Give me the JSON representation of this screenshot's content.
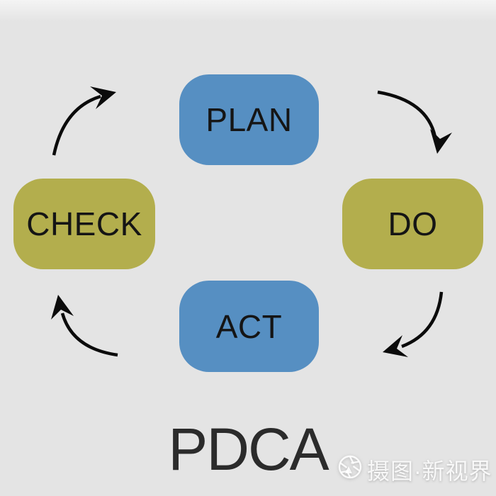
{
  "diagram": {
    "title": "PDCA",
    "type": "cycle",
    "nodes": [
      {
        "id": "plan",
        "label": "PLAN",
        "color": "#568FC2",
        "position": "top"
      },
      {
        "id": "do",
        "label": "DO",
        "color": "#B3AE4D",
        "position": "right"
      },
      {
        "id": "check",
        "label": "CHECK",
        "color": "#B3AE4D",
        "position": "left"
      },
      {
        "id": "act",
        "label": "ACT",
        "color": "#568FC2",
        "position": "bottom"
      }
    ],
    "connections": [
      {
        "from": "PLAN",
        "to": "DO",
        "style": "curved-arrow"
      },
      {
        "from": "DO",
        "to": "ACT",
        "style": "curved-arrow"
      },
      {
        "from": "ACT",
        "to": "CHECK",
        "style": "curved-arrow"
      },
      {
        "from": "CHECK",
        "to": "PLAN",
        "style": "curved-arrow"
      }
    ],
    "colors": {
      "background": "#E4E4E4",
      "arrow": "#0B0B0B",
      "node_text": "#151515",
      "title_text": "#2B2B2B"
    }
  },
  "watermark": {
    "icon": "aperture-icon",
    "text": "摄图·新视界"
  }
}
